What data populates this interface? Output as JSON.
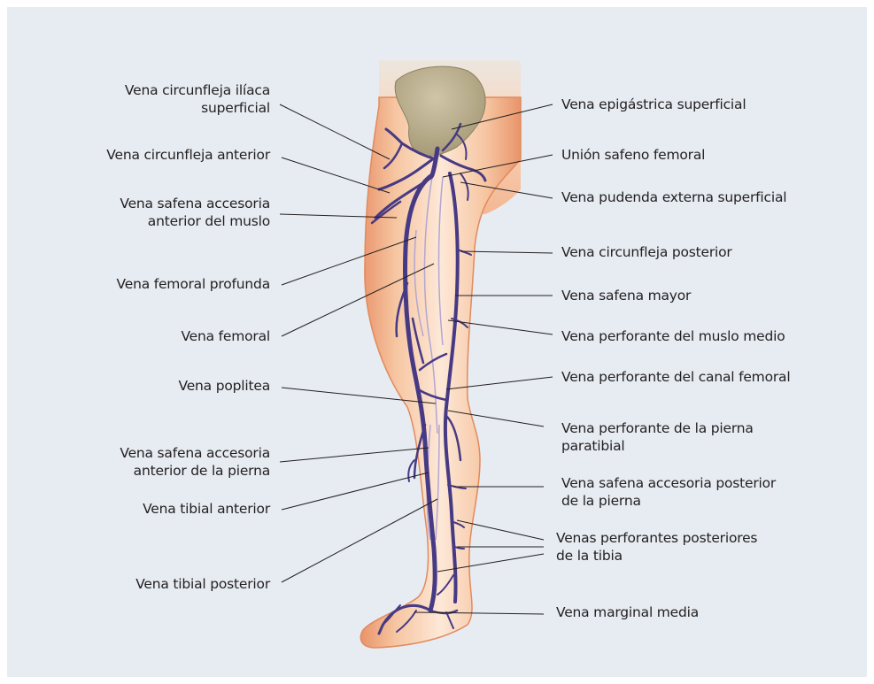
{
  "diagram": {
    "colors": {
      "background": "#e6ecf2",
      "skin_edge": "#e9946a",
      "skin_center": "#fde8d7",
      "bone": "#b9ad8f",
      "vein": "#473a84",
      "vein_light": "#b3a6d3",
      "leader_line": "#231f20",
      "text": "#231f20"
    },
    "labels_left": [
      {
        "id": "circunfleja-iliaca",
        "lines": [
          "Vena circunfleja ilíaca",
          "superficial"
        ]
      },
      {
        "id": "circunfleja-anterior",
        "lines": [
          "Vena circunfleja anterior"
        ]
      },
      {
        "id": "safena-accesoria-anterior-muslo",
        "lines": [
          "Vena safena accesoria",
          "anterior del muslo"
        ]
      },
      {
        "id": "femoral-profunda",
        "lines": [
          "Vena femoral profunda"
        ]
      },
      {
        "id": "femoral",
        "lines": [
          "Vena femoral"
        ]
      },
      {
        "id": "poplitea",
        "lines": [
          "Vena poplitea"
        ]
      },
      {
        "id": "safena-accesoria-anterior-pierna",
        "lines": [
          "Vena safena accesoria",
          "anterior de la pierna"
        ]
      },
      {
        "id": "tibial-anterior",
        "lines": [
          "Vena tibial anterior"
        ]
      },
      {
        "id": "tibial-posterior",
        "lines": [
          "Vena tibial posterior"
        ]
      }
    ],
    "labels_right": [
      {
        "id": "epigastrica-superficial",
        "lines": [
          "Vena epigástrica superficial"
        ]
      },
      {
        "id": "union-safeno-femoral",
        "lines": [
          "Unión safeno femoral"
        ]
      },
      {
        "id": "pudenda-externa",
        "lines": [
          "Vena pudenda externa superficial"
        ]
      },
      {
        "id": "circunfleja-posterior",
        "lines": [
          "Vena circunfleja posterior"
        ]
      },
      {
        "id": "safena-mayor",
        "lines": [
          "Vena safena mayor"
        ]
      },
      {
        "id": "perforante-muslo-medio",
        "lines": [
          "Vena perforante del muslo medio"
        ]
      },
      {
        "id": "perforante-canal-femoral",
        "lines": [
          "Vena perforante del canal femoral"
        ]
      },
      {
        "id": "perforante-pierna-paratibial",
        "lines": [
          "Vena perforante de la pierna",
          "paratibial"
        ]
      },
      {
        "id": "safena-accesoria-posterior",
        "lines": [
          "Vena safena accesoria posterior",
          "de la pierna"
        ]
      },
      {
        "id": "perforantes-posteriores-tibia",
        "lines": [
          "Venas perforantes posteriores",
          "de la tibia"
        ]
      },
      {
        "id": "marginal-media",
        "lines": [
          "Vena marginal media"
        ]
      }
    ]
  }
}
